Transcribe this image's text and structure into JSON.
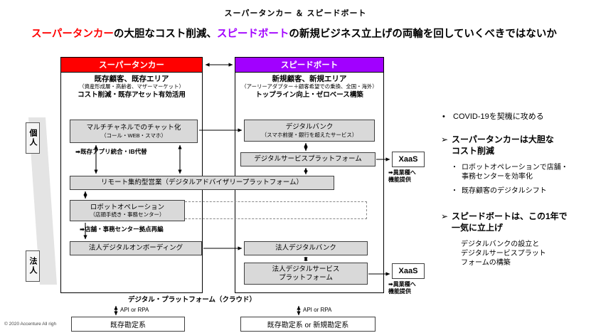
{
  "title": "スーパータンカー ＆ スピードボート",
  "subtitle": {
    "tanker": "スーパータンカー",
    "mid": "の大胆なコスト削減、",
    "boat": "スピードボート",
    "tail": "の新規ビジネス立上げの両輪を回していくべきではないか"
  },
  "colors": {
    "tanker_red": "#ff0000",
    "boat_purple": "#a100ff",
    "box_gray": "#d9d9d9"
  },
  "segments": {
    "personal": "個人",
    "corporate": "法人"
  },
  "tanker_column": {
    "header": "スーパータンカー",
    "audience": "既存顧客、既存エリア",
    "audience_detail": "（資産形成層・高齢者、マザーマーケット）",
    "strategy": "コスト削減・既存アセット有効活用",
    "chat_box": {
      "title": "マルチチャネルでのチャット化",
      "subtitle": "（コール・WEB・スマホ）",
      "note": "➡既存アプリ統合・IB代替"
    },
    "remote_box": {
      "title": "リモート集約型営業（デジタルアドバイザリープラットフォーム）"
    },
    "robot_box": {
      "title": "ロボットオペレーション",
      "subtitle": "（店頭手続き・事務センター）",
      "note": "➡店舗・事務センター拠点再編"
    },
    "onboarding_box": {
      "title": "法人デジタルオンボーディング"
    }
  },
  "boat_column": {
    "header": "スピードボート",
    "audience": "新規顧客、新規エリア",
    "audience_detail": "（アーリーアダプター＋顧客希望での乗換、全国・海外）",
    "strategy": "トップライン向上・ゼロベース構築",
    "bank_box": {
      "title": "デジタルバンク",
      "subtitle": "（スマホ前提・銀行を超えたサービス）"
    },
    "dsp_box": {
      "title": "デジタルサービスプラットフォーム"
    },
    "corp_bank_box": {
      "title": "法人デジタルバンク"
    },
    "corp_dsp_box": {
      "line1": "法人デジタルサービス",
      "line2": "プラットフォーム"
    }
  },
  "xaas": {
    "label": "XaaS",
    "note1": "➡異業種へ",
    "note2": "機能提供"
  },
  "platform": {
    "label": "デジタル・プラットフォーム（クラウド）",
    "api": "API or RPA",
    "core_left": "既存勘定系",
    "core_right": "既存勘定系 or 新規勘定系"
  },
  "bullets": [
    {
      "marker": "•",
      "text": "COVID-19を契機に攻める"
    },
    {
      "marker": "➢",
      "text": "スーパータンカーは大胆な\nコスト削減"
    },
    {
      "marker": "・",
      "text": "ロボットオペレーションで店舗・\n事務センターを効率化"
    },
    {
      "marker": "・",
      "text": "既存顧客のデジタルシフト"
    },
    {
      "marker": "➢",
      "text": "スピードボートは、この1年で\n一気に立上げ"
    },
    {
      "marker": "",
      "text": "デジタルバンクの設立と\nデジタルサービスプラット\nフォームの構築"
    }
  ],
  "copyright": "© 2020 Accenture  All righ"
}
